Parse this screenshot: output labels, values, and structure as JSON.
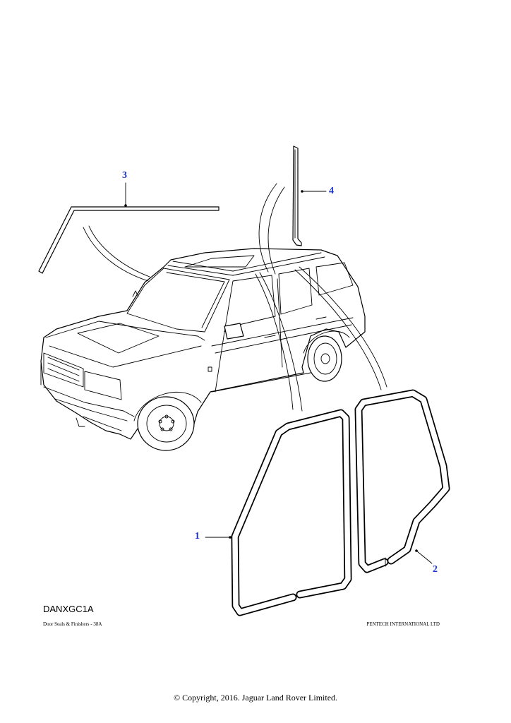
{
  "diagram": {
    "code": "DANXGC1A",
    "subtitle": "Door Seals & Finishers - 38A",
    "publisher": "PENTECH INTERNATIONAL LTD",
    "copyright": "© Copyright, 2016. Jaguar Land Rover Limited.",
    "callouts": [
      {
        "id": "1",
        "label": "1"
      },
      {
        "id": "2",
        "label": "2"
      },
      {
        "id": "3",
        "label": "3"
      },
      {
        "id": "4",
        "label": "4"
      }
    ],
    "colors": {
      "callout": "#1a33cc",
      "line": "#000000",
      "background": "#ffffff"
    }
  }
}
